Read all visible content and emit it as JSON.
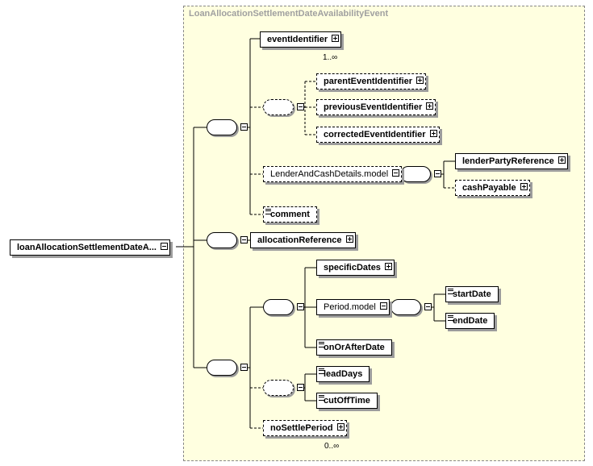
{
  "diagram": {
    "frame_title": "LoanAllocationSettlementDateAvailabilityEvent",
    "root": "loanAllocationSettlementDateA...",
    "elements": {
      "eventIdentifier": "eventIdentifier",
      "eventIdentifier_occ": "1..∞",
      "parentEventIdentifier": "parentEventIdentifier",
      "previousEventIdentifier": "previousEventIdentifier",
      "correctedEventIdentifier": "correctedEventIdentifier",
      "lenderAndCashDetails": "LenderAndCashDetails.model",
      "lenderPartyReference": "lenderPartyReference",
      "cashPayable": "cashPayable",
      "comment": "comment",
      "allocationReference": "allocationReference",
      "specificDates": "specificDates",
      "periodModel": "Period.model",
      "startDate": "startDate",
      "endDate": "endDate",
      "onOrAfterDate": "onOrAfterDate",
      "leadDays": "leadDays",
      "cutOffTime": "cutOffTime",
      "noSettlePeriod": "noSettlePeriod",
      "noSettlePeriod_occ": "0..∞"
    }
  }
}
